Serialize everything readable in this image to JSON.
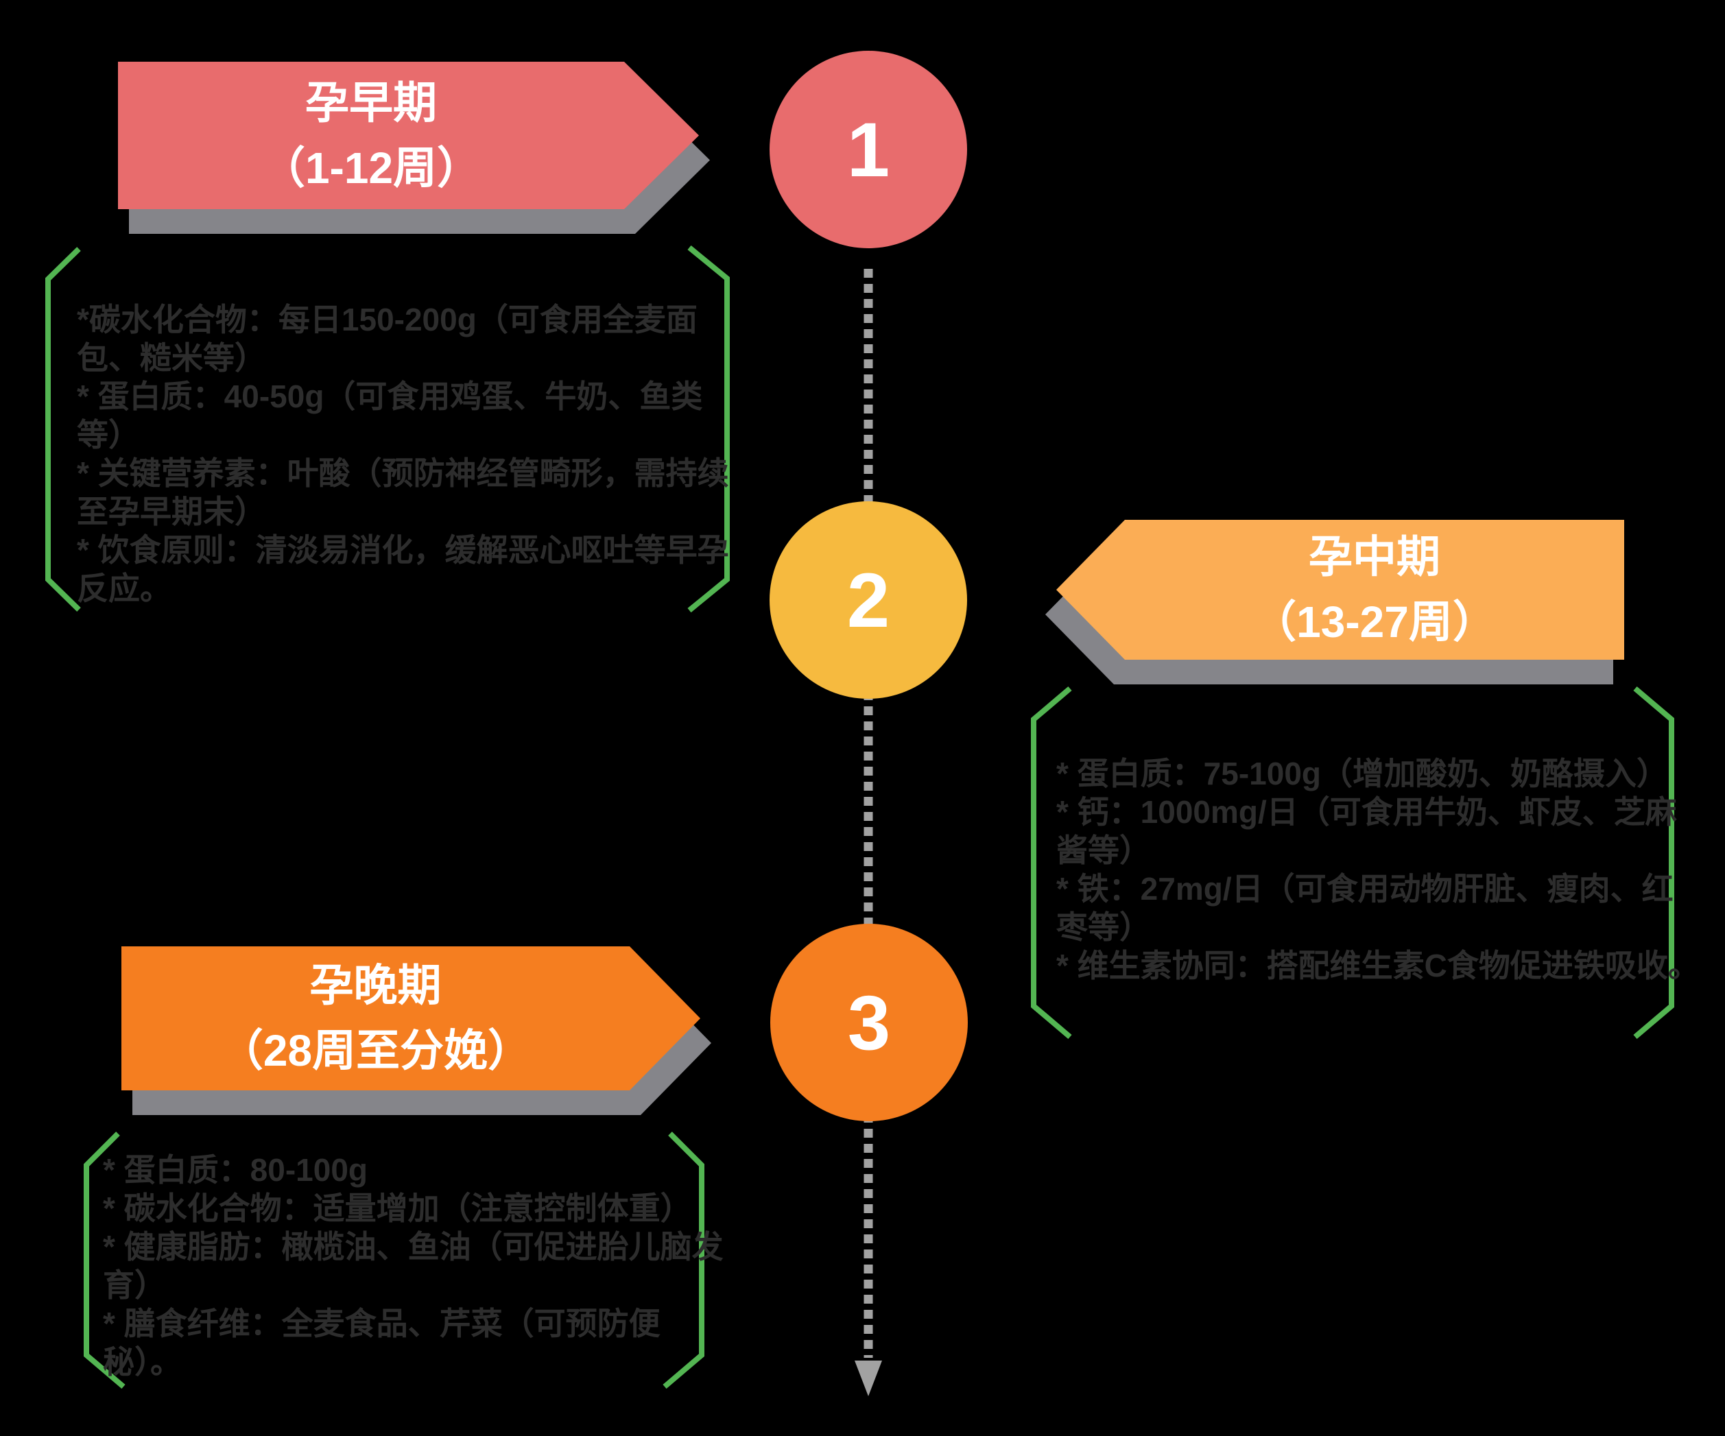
{
  "palette": {
    "background": "#000000",
    "shadow_gray": "#85858A",
    "timeline_gray": "#A2A2A2",
    "bracket_green": "#53B552",
    "detail_text_color": "#2D2D2D",
    "banner_text_color": "#FFFFFF"
  },
  "timeline": {
    "direction": "vertical",
    "arrow": "down"
  },
  "stages": [
    {
      "number": "1",
      "banner_title": "孕早期",
      "banner_subtitle": "（1-12周）",
      "banner_color": "#E86C6D",
      "circle_color": "#E86C6D",
      "details": [
        "*碳水化合物：每日150-200g（可食用全麦面",
        "包、糙米等）",
        "* 蛋白质：40-50g（可食用鸡蛋、牛奶、鱼类",
        "等）",
        "* 关键营养素：叶酸（预防神经管畸形，需持续",
        "至孕早期末）",
        "* 饮食原则：清淡易消化，缓解恶心呕吐等早孕",
        "反应。"
      ]
    },
    {
      "number": "2",
      "banner_title": "孕中期",
      "banner_subtitle": "（13-27周）",
      "banner_color": "#FBAD55",
      "circle_color": "#F6BA3F",
      "details": [
        "* 蛋白质：75-100g（增加酸奶、奶酪摄入）",
        "* 钙：1000mg/日（可食用牛奶、虾皮、芝麻",
        "酱等）",
        "* 铁：27mg/日（可食用动物肝脏、瘦肉、红",
        "枣等）",
        "* 维生素协同：搭配维生素C食物促进铁吸收。"
      ]
    },
    {
      "number": "3",
      "banner_title": "孕晚期",
      "banner_subtitle": "（28周至分娩）",
      "banner_color": "#F57E20",
      "circle_color": "#F57E20",
      "details": [
        "* 蛋白质：80-100g",
        "* 碳水化合物：适量增加（注意控制体重）",
        "* 健康脂肪：橄榄油、鱼油（可促进胎儿脑发",
        "育）",
        "* 膳食纤维：全麦食品、芹菜（可预防便",
        "秘）。"
      ]
    }
  ]
}
